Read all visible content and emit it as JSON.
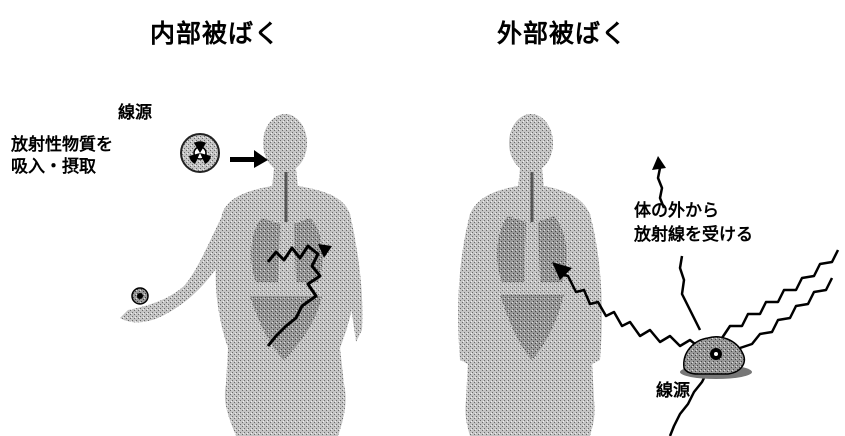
{
  "internal": {
    "title": "内部被ばく",
    "source_label": "線源",
    "intake_line1": "放射性物質を",
    "intake_line2": "吸入・摂取"
  },
  "external": {
    "title": "外部被ばく",
    "exposure_line1": "体の外から",
    "exposure_line2": "放射線を受ける",
    "source_label": "線源"
  },
  "colors": {
    "body_fill": "#b9b9b9",
    "organ_fill": "#8e8e8e",
    "line": "#000000"
  },
  "icons": [
    "radiation-icon",
    "arrow-icon",
    "radiation-wave-icon",
    "radiation-source-icon"
  ]
}
